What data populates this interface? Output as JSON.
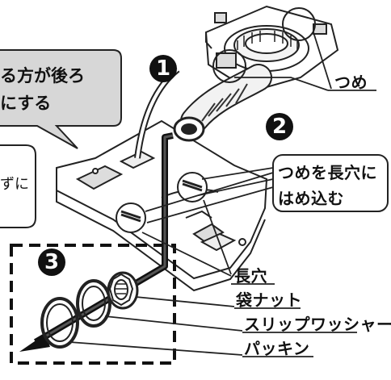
{
  "callout": {
    "line1": "る方が後ろ",
    "line2": "にする"
  },
  "note": {
    "text": "ずに"
  },
  "steps": {
    "one": "1",
    "two": "2",
    "three": "3"
  },
  "labels": {
    "tsume": "つめ",
    "insert_line1": "つめを長穴に",
    "insert_line2": "はめ込む",
    "nagaana": "長穴",
    "fukuronut": "袋ナット",
    "slip_washer": "スリップワッシャー",
    "packing": "パッキン"
  }
}
